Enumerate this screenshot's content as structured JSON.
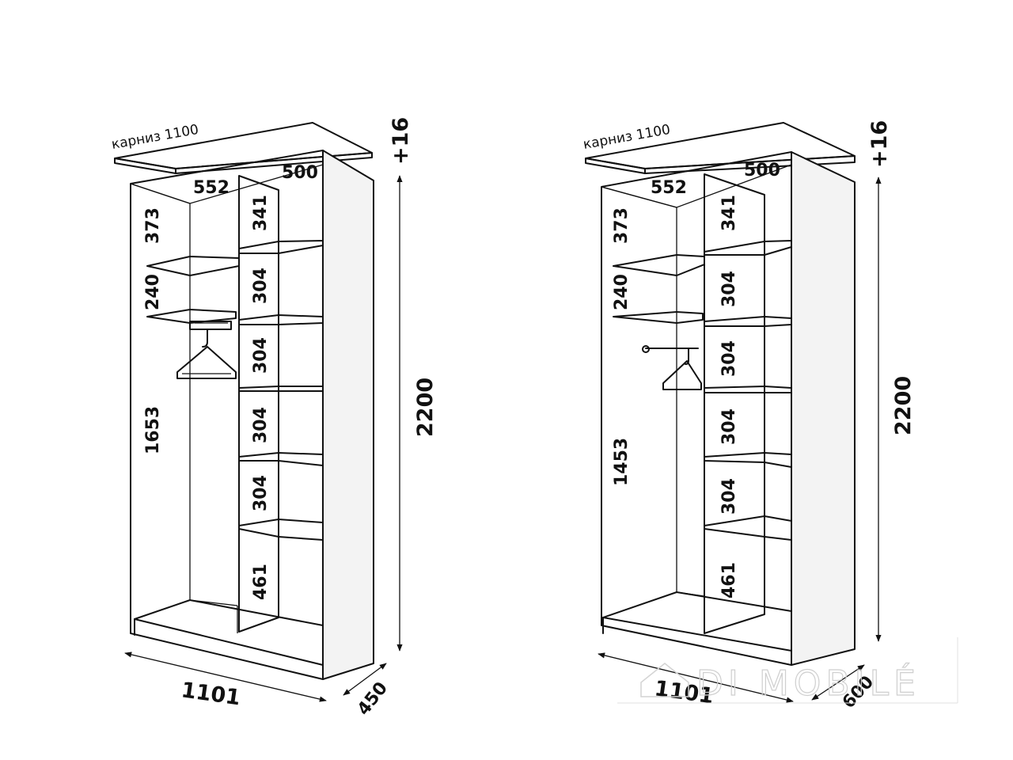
{
  "wardrobes": [
    {
      "name": "depth-450",
      "cornice_label": "карниз 1100",
      "cornice_height_label": "+16",
      "top_left_width": "552",
      "top_right_width": "500",
      "left_sections": [
        "373",
        "240",
        "1653"
      ],
      "right_sections": [
        "341",
        "304",
        "304",
        "304",
        "304",
        "461"
      ],
      "height": "2200",
      "width": "1101",
      "depth": "450",
      "rail_type": "pull-out hanger rail"
    },
    {
      "name": "depth-600",
      "cornice_label": "карниз 1100",
      "cornice_height_label": "+16",
      "top_left_width": "552",
      "top_right_width": "500",
      "left_sections": [
        "373",
        "240",
        "1453"
      ],
      "right_sections": [
        "341",
        "304",
        "304",
        "304",
        "304",
        "461"
      ],
      "height": "2200",
      "width": "1101",
      "depth": "600",
      "rail_type": "hanging rod"
    }
  ],
  "watermark": "DI MOBILÉ"
}
